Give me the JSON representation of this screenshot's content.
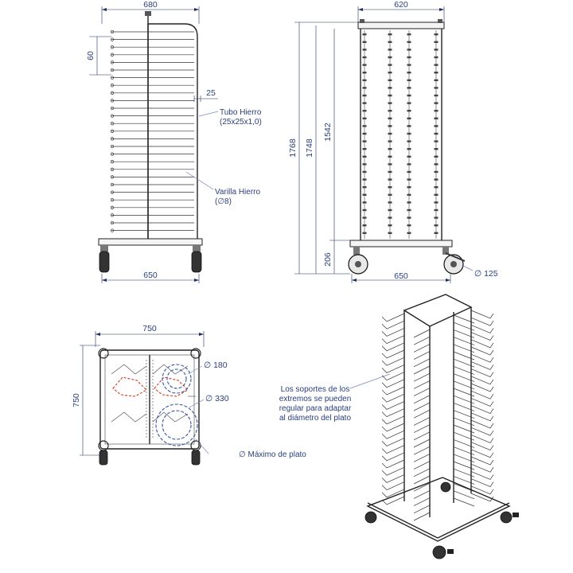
{
  "front_view": {
    "width_top": "680",
    "spacing": "60",
    "tube_size": "25",
    "tube_label_1": "Tubo Hierro",
    "tube_label_2": "(25x25x1,0)",
    "rod_label_1": "Varilla Hierro",
    "rod_label_2": "(∅8)",
    "width_bottom": "650"
  },
  "side_view": {
    "width_top": "620",
    "height_total": "1768",
    "height_frame": "1748",
    "height_rack": "1542",
    "height_base": "206",
    "width_bottom": "650",
    "wheel_diameter": "∅ 125"
  },
  "top_view": {
    "width": "750",
    "depth": "750",
    "plate_small": "∅ 180",
    "plate_large": "∅ 330",
    "plate_max_label": "∅ Máximo de plato"
  },
  "iso_view": {
    "note_1": "Los soportes de los",
    "note_2": "extremos se pueden",
    "note_3": "regular para adaptar",
    "note_4": "al diámetro del plato"
  },
  "colors": {
    "dimension_text": "#2a3f7a",
    "plate_small_outline": "#d23a1a",
    "plate_large_outline": "#3553a8"
  }
}
